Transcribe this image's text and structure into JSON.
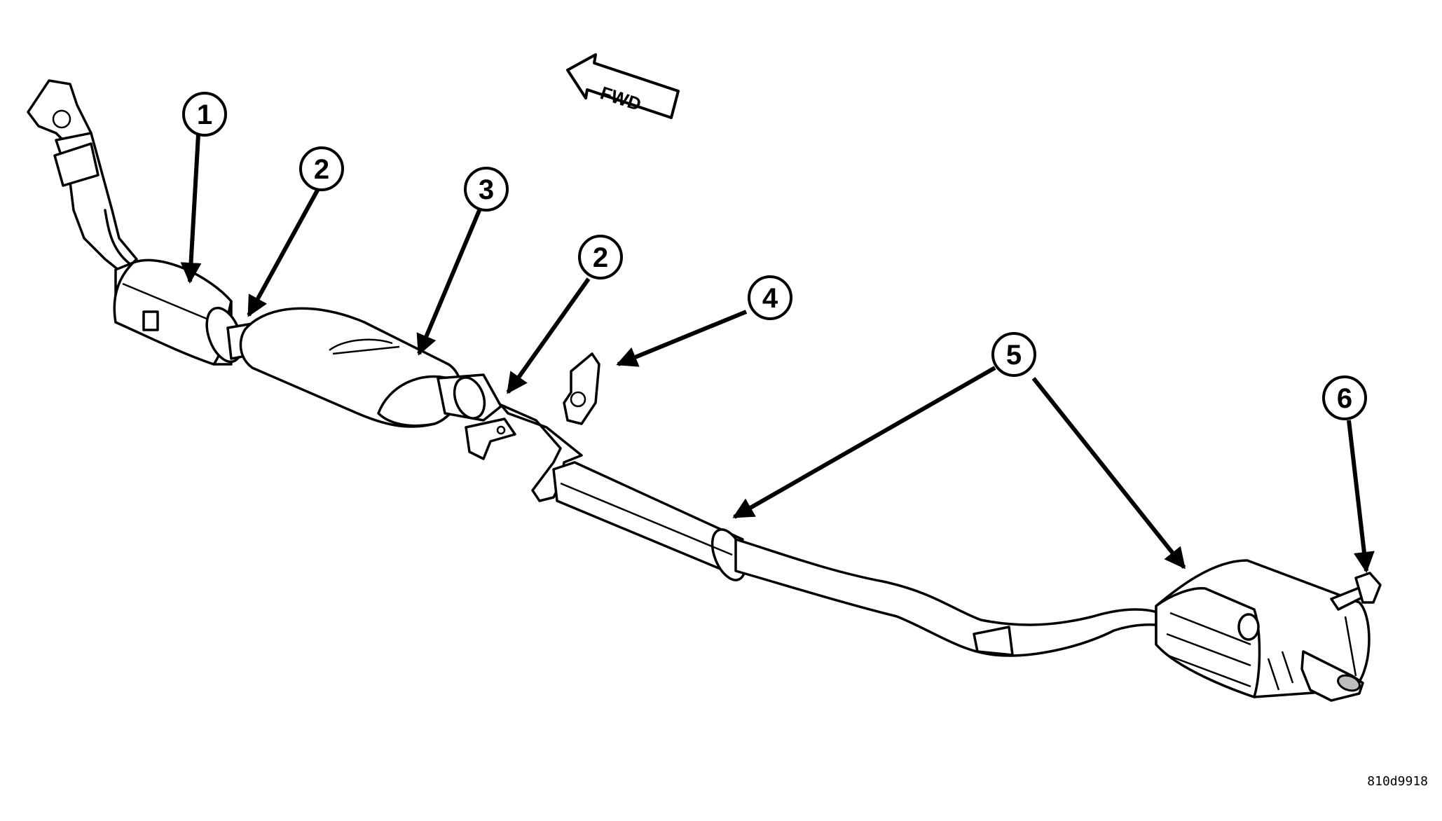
{
  "direction_indicator": {
    "label": "FWD"
  },
  "callouts": [
    {
      "id": "callout-1",
      "number": "1"
    },
    {
      "id": "callout-2a",
      "number": "2"
    },
    {
      "id": "callout-3",
      "number": "3"
    },
    {
      "id": "callout-2b",
      "number": "2"
    },
    {
      "id": "callout-4",
      "number": "4"
    },
    {
      "id": "callout-5",
      "number": "5"
    },
    {
      "id": "callout-6",
      "number": "6"
    }
  ],
  "reference_code": "810d9918",
  "colors": {
    "line": "#000000",
    "background": "#ffffff",
    "shade": "#bdbdbd"
  }
}
